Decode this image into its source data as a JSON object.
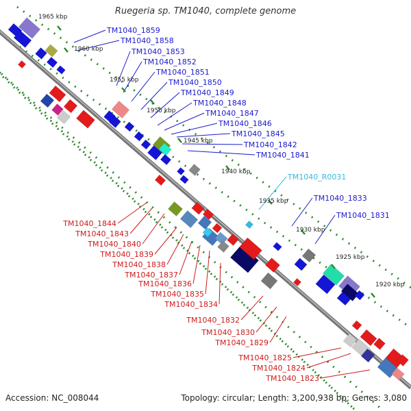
{
  "title": "Ruegeria sp. TM1040, complete genome",
  "footer": {
    "accession": "Accession: NC_008044",
    "summary": "Topology: circular; Length: 3,200,938 bp; Genes: 3,080"
  },
  "colors": {
    "forward_label": "#1a1acc",
    "reverse_label": "#cc1a1a",
    "rna_label": "#33bbdd",
    "backbone": "#777777",
    "tick_dots": "#2a8a2a"
  },
  "kbp_markers": [
    "1965 kbp",
    "1960 kbp",
    "1955 kbp",
    "1950 kbp",
    "1945 kbp",
    "1940 kbp",
    "1935 kbp",
    "1930 kbp",
    "1925 kbp",
    "1920 kbp"
  ],
  "forward_labels": [
    "TM1040_1859",
    "TM1040_1858",
    "TM1040_1853",
    "TM1040_1852",
    "TM1040_1851",
    "TM1040_1850",
    "TM1040_1849",
    "TM1040_1848",
    "TM1040_1847",
    "TM1040_1846",
    "TM1040_1845",
    "TM1040_1842",
    "TM1040_1841",
    "TM1040_1833",
    "TM1040_1831"
  ],
  "rna_labels": [
    "TM1040_R0031"
  ],
  "reverse_labels": [
    "TM1040_1844",
    "TM1040_1843",
    "TM1040_1840",
    "TM1040_1839",
    "TM1040_1838",
    "TM1040_1837",
    "TM1040_1836",
    "TM1040_1835",
    "TM1040_1834",
    "TM1040_1832",
    "TM1040_1830",
    "TM1040_1829",
    "TM1040_1825",
    "TM1040_1824",
    "TM1040_1823"
  ]
}
